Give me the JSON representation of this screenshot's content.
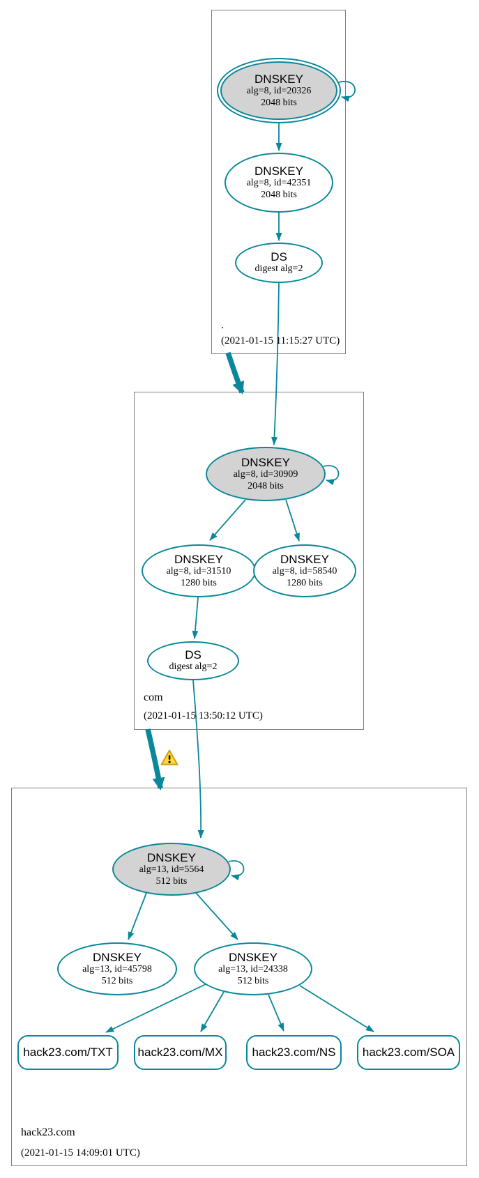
{
  "colors": {
    "accent": "#0a879a",
    "ksk_fill": "#d3d3d3",
    "box_border": "#7f7f7f",
    "warning_fill": "#fcdc3b",
    "warning_border": "#d4a017"
  },
  "icons": {
    "warning": "⚠"
  },
  "zones": {
    "root": {
      "label": ".",
      "timestamp": "(2021-01-15 11:15:27 UTC)",
      "nodes": {
        "ksk": {
          "title": "DNSKEY",
          "detail1": "alg=8, id=20326",
          "detail2": "2048 bits"
        },
        "zsk": {
          "title": "DNSKEY",
          "detail1": "alg=8, id=42351",
          "detail2": "2048 bits"
        },
        "ds": {
          "title": "DS",
          "detail1": "digest alg=2"
        }
      }
    },
    "com": {
      "label": "com",
      "timestamp": "(2021-01-15 13:50:12 UTC)",
      "nodes": {
        "ksk": {
          "title": "DNSKEY",
          "detail1": "alg=8, id=30909",
          "detail2": "2048 bits"
        },
        "zsk1": {
          "title": "DNSKEY",
          "detail1": "alg=8, id=31510",
          "detail2": "1280 bits"
        },
        "zsk2": {
          "title": "DNSKEY",
          "detail1": "alg=8, id=58540",
          "detail2": "1280 bits"
        },
        "ds": {
          "title": "DS",
          "detail1": "digest alg=2"
        }
      }
    },
    "hack23": {
      "label": "hack23.com",
      "timestamp": "(2021-01-15 14:09:01 UTC)",
      "nodes": {
        "ksk": {
          "title": "DNSKEY",
          "detail1": "alg=13, id=5564",
          "detail2": "512 bits"
        },
        "zsk1": {
          "title": "DNSKEY",
          "detail1": "alg=13, id=45798",
          "detail2": "512 bits"
        },
        "zsk2": {
          "title": "DNSKEY",
          "detail1": "alg=13, id=24338",
          "detail2": "512 bits"
        }
      },
      "records": {
        "txt": {
          "label": "hack23.com/TXT"
        },
        "mx": {
          "label": "hack23.com/MX"
        },
        "ns": {
          "label": "hack23.com/NS"
        },
        "soa": {
          "label": "hack23.com/SOA"
        }
      }
    }
  },
  "edges": [
    "root KSK self-signs",
    "root KSK signs root ZSK",
    "root ZSK signs com DS",
    "root DS authenticates com KSK",
    "root delegates to com (secure, thick arrow)",
    "com KSK self-signs",
    "com KSK signs com ZSK 31510 and 58540",
    "com ZSK 31510 signs hack23.com DS",
    "com DS authenticates hack23.com KSK",
    "com delegates to hack23.com (warning on delegation)",
    "hack23.com KSK self-signs",
    "hack23.com KSK signs ZSK 45798 and 24338",
    "hack23.com ZSK 24338 signs TXT, MX, NS, SOA records"
  ]
}
